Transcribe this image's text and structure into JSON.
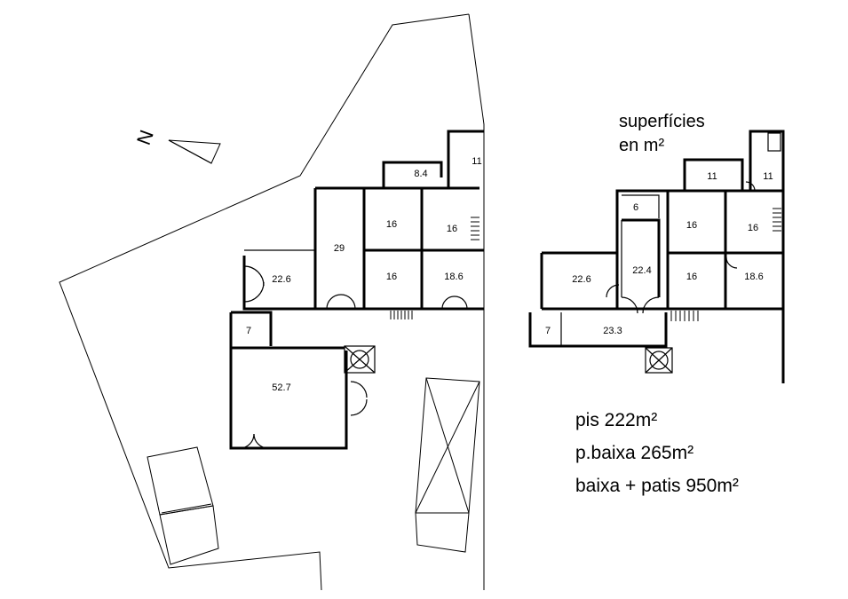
{
  "legend": {
    "title_line1": "superfícies",
    "title_line2": "en m²",
    "areas": [
      "pis 222m²",
      "p.baixa 265m²",
      "baixa + patis 950m²"
    ]
  },
  "compass": {
    "label": "N"
  },
  "ground_floor_rooms": {
    "r_8_4": "8.4",
    "r_11": "11",
    "r_16_a": "16",
    "r_16_b": "16",
    "r_16_c": "16",
    "r_29": "29",
    "r_18_6": "18.6",
    "r_22_6": "22.6",
    "r_7": "7",
    "r_52_7": "52.7"
  },
  "upper_floor_rooms": {
    "r_11_a": "11",
    "r_11_b": "11",
    "r_6": "6",
    "r_16_a": "16",
    "r_16_b": "16",
    "r_16_c": "16",
    "r_22_4": "22.4",
    "r_22_6": "22.6",
    "r_18_6": "18.6",
    "r_7": "7",
    "r_23_3": "23.3"
  }
}
